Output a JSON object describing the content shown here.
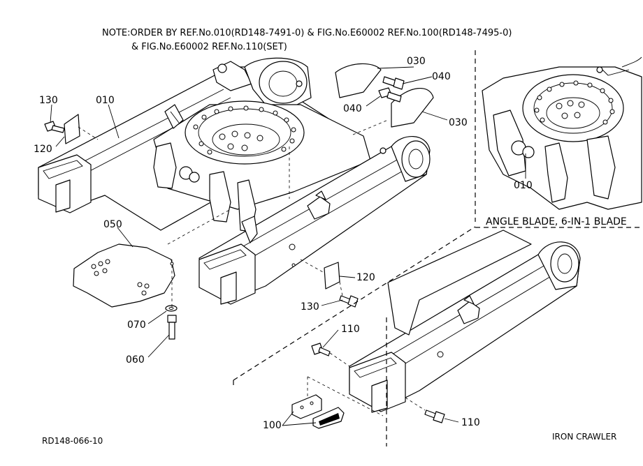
{
  "note": {
    "line1": "NOTE:ORDER BY REF.No.010(RD148-7491-0) & FIG.No.E60002 REF.No.100(RD148-7495-0)",
    "line2": "& FIG.No.E60002 REF.No.110(SET)"
  },
  "inset": {
    "caption": "ANGLE BLADE, 6-IN-1 BLADE",
    "ref_label": "010"
  },
  "labels": {
    "p010": "010",
    "p030a": "030",
    "p040a": "040",
    "p040b": "040",
    "p030b": "030",
    "p130a": "130",
    "p120a": "120",
    "p050": "050",
    "p120b": "120",
    "p130b": "130",
    "p070": "070",
    "p060": "060",
    "p110a": "110",
    "p110b": "110",
    "p100": "100"
  },
  "footer": {
    "code": "RD148-066-10",
    "title": "IRON CRAWLER"
  }
}
